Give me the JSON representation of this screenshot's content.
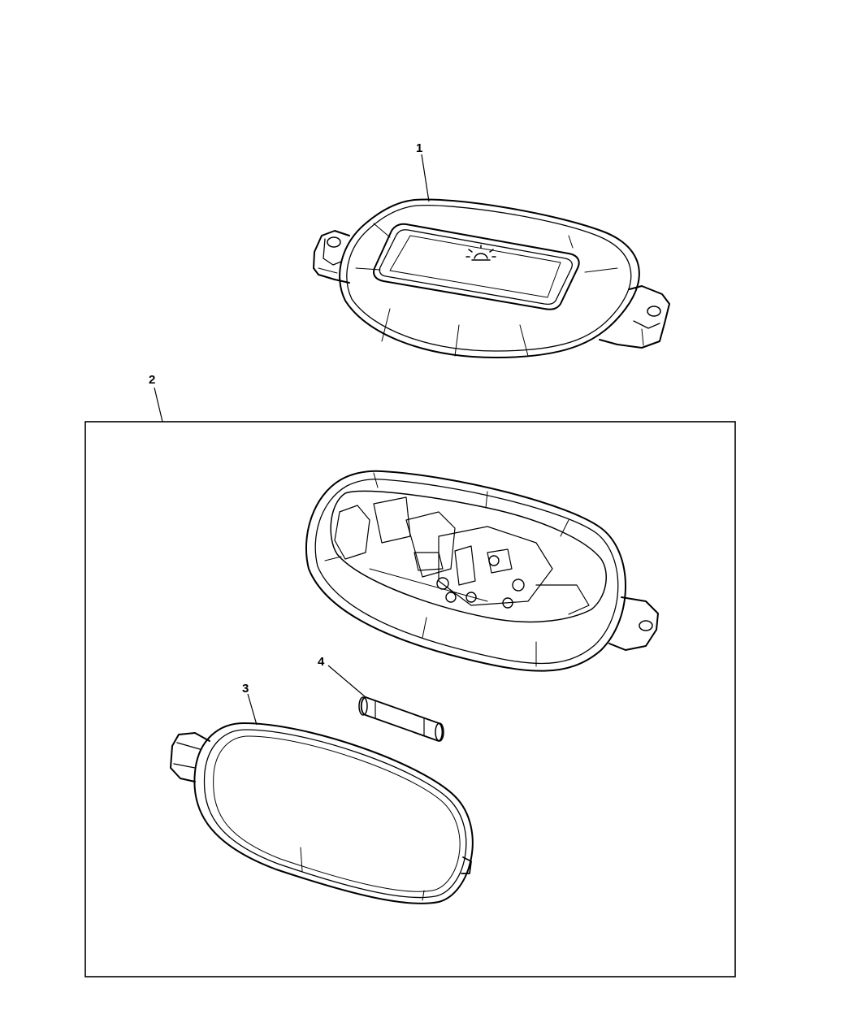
{
  "callouts": {
    "c1": "1",
    "c2": "2",
    "c3": "3",
    "c4": "4"
  },
  "parts": [
    {
      "ref": "1",
      "name": "lamp-lens-cover-with-light-icon"
    },
    {
      "ref": "2",
      "name": "lamp-housing-assembly"
    },
    {
      "ref": "3",
      "name": "lamp-lens"
    },
    {
      "ref": "4",
      "name": "fuse-bulb"
    }
  ],
  "colors": {
    "line": "#000000",
    "background": "#ffffff"
  }
}
